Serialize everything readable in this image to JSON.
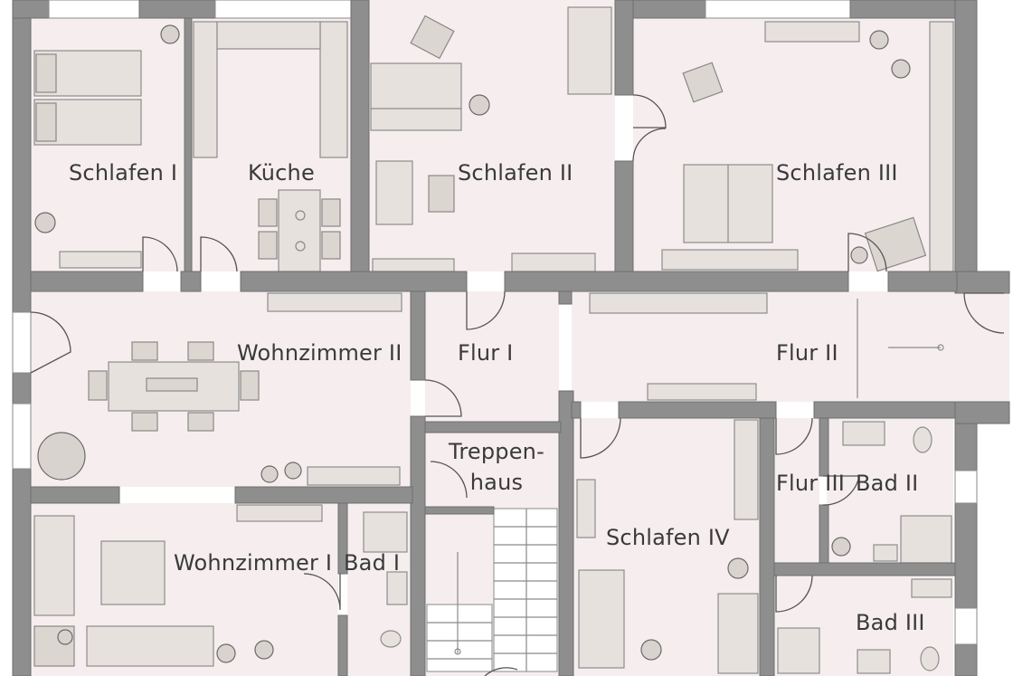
{
  "plan": {
    "rooms": [
      {
        "id": "schlafen-1",
        "label": "Schlafen I"
      },
      {
        "id": "kueche",
        "label": "Küche"
      },
      {
        "id": "schlafen-2",
        "label": "Schlafen II"
      },
      {
        "id": "schlafen-3",
        "label": "Schlafen III"
      },
      {
        "id": "wohnzimmer-2",
        "label": "Wohnzimmer II"
      },
      {
        "id": "flur-1",
        "label": "Flur I"
      },
      {
        "id": "flur-2",
        "label": "Flur II"
      },
      {
        "id": "treppenhaus",
        "label_line1": "Treppen-",
        "label_line2": "haus"
      },
      {
        "id": "schlafen-4",
        "label": "Schlafen IV"
      },
      {
        "id": "flur-3",
        "label": "Flur III"
      },
      {
        "id": "bad-2",
        "label": "Bad II"
      },
      {
        "id": "wohnzimmer-1",
        "label": "Wohnzimmer I"
      },
      {
        "id": "bad-1",
        "label": "Bad I"
      },
      {
        "id": "bad-3",
        "label": "Bad III"
      }
    ],
    "colors": {
      "wall": "#8e8e8e",
      "floor": "#f6eeee",
      "text": "#3a3a3a"
    }
  }
}
